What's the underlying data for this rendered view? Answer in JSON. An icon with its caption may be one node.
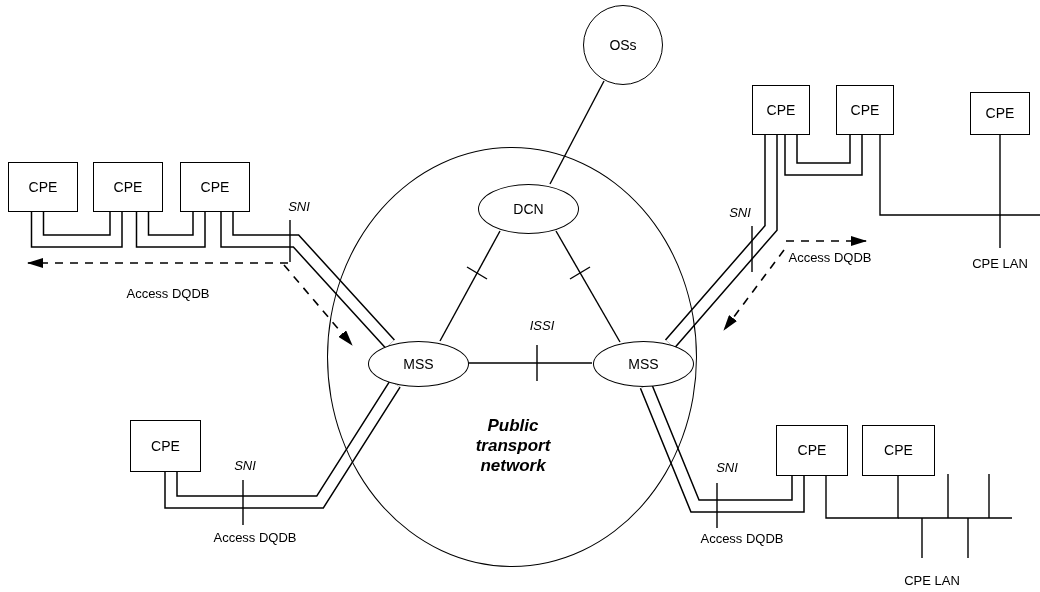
{
  "diagram": {
    "nodes": [
      {
        "text": [
          "Public transport network"
        ]
      },
      {
        "text": [
          "OSs"
        ]
      },
      {
        "text": [
          "DCN"
        ],
        "in": 0
      },
      {
        "text": [
          "MSS"
        ],
        "in": 0
      },
      {
        "text": [
          "MSS"
        ],
        "in": 0
      },
      {
        "text": [
          "CPE"
        ]
      },
      {
        "text": [
          "CPE"
        ]
      },
      {
        "text": [
          "CPE"
        ]
      },
      {
        "text": [
          "CPE"
        ]
      },
      {
        "text": [
          "CPE"
        ]
      },
      {
        "text": [
          "CPE"
        ]
      },
      {
        "text": [
          "CPE"
        ]
      },
      {
        "text": [
          "CPE"
        ]
      },
      {
        "text": [
          "CPE"
        ]
      }
    ],
    "edges": [
      {
        "from": 1,
        "to": 2,
        "arrow": "none"
      },
      {
        "from": 2,
        "to": 3,
        "arrow": "none"
      },
      {
        "from": 2,
        "to": 4,
        "arrow": "none"
      },
      {
        "from": 3,
        "to": 4,
        "arrow": "none"
      },
      {
        "from": 5,
        "to": 6,
        "arrow": "none"
      },
      {
        "from": 6,
        "to": 7,
        "arrow": "none"
      },
      {
        "from": 7,
        "to": 3,
        "arrow": "none"
      },
      {
        "from": 8,
        "to": 3,
        "arrow": "none"
      },
      {
        "from": 9,
        "to": 10,
        "arrow": "none"
      },
      {
        "from": 9,
        "to": 4,
        "arrow": "none"
      },
      {
        "from": 10,
        "to": 11,
        "arrow": "none"
      },
      {
        "from": 12,
        "to": 4,
        "arrow": "none"
      },
      {
        "from": 12,
        "to": 13,
        "arrow": "none"
      }
    ],
    "labels": [
      "SNI",
      "SNI",
      "Access DQDB",
      "CPE LAN",
      "Access DQDB",
      "ISSI",
      "SNI",
      "SNI",
      "Access DQDB",
      "Access DQDB",
      "CPE LAN"
    ]
  }
}
